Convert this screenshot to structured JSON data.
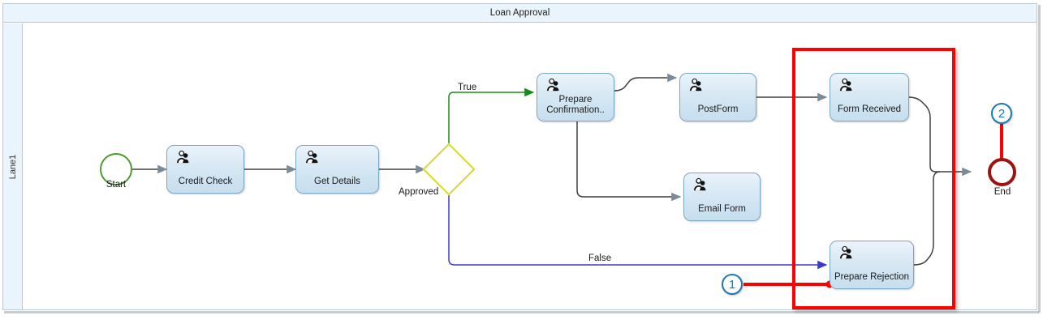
{
  "pool": {
    "title": "Loan Approval",
    "lane_label": "Lane1"
  },
  "events": {
    "start": {
      "label": "Start",
      "color": "#4f9a2f"
    },
    "end": {
      "label": "End",
      "color": "#9b1414"
    }
  },
  "gateway": {
    "label": "Approved",
    "color": "#d8d82b"
  },
  "tasks": [
    {
      "id": "credit-check",
      "label": "Credit Check",
      "icon": "user-icon"
    },
    {
      "id": "get-details",
      "label": "Get Details",
      "icon": "user-icon"
    },
    {
      "id": "prepare-confirmation",
      "label_line1": "Prepare",
      "label_line2": "Confirmation..",
      "icon": "user-icon"
    },
    {
      "id": "post-form",
      "label": "PostForm",
      "icon": "user-icon"
    },
    {
      "id": "email-form",
      "label": "Email Form",
      "icon": "user-icon"
    },
    {
      "id": "form-received",
      "label": "Form Received",
      "icon": "user-icon"
    },
    {
      "id": "prepare-rejection",
      "label": "Prepare Rejection",
      "icon": "user-icon"
    }
  ],
  "flows": {
    "true_label": "True",
    "false_label": "False",
    "true_color": "#1a8a1a",
    "false_color": "#3a3ad0",
    "default_color": "#404040"
  },
  "annotations": {
    "highlight_color": "#fe0000",
    "callouts": [
      {
        "number": "1",
        "target": "prepare-rejection"
      },
      {
        "number": "2",
        "target": "end"
      }
    ]
  }
}
